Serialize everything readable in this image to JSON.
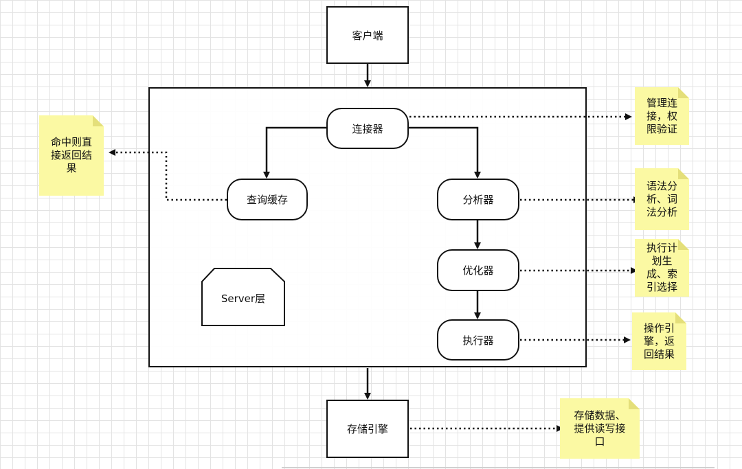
{
  "nodes": {
    "client": "客户端",
    "connector": "连接器",
    "query_cache": "查询缓存",
    "analyzer": "分析器",
    "optimizer": "优化器",
    "executor": "执行器",
    "server_layer": "Server层",
    "storage_engine": "存储引擎"
  },
  "notes": {
    "cache_hit": "命中则直\n接返回结\n果",
    "connector_note": "管理连\n接，权\n限验证",
    "analyzer_note": "语法分\n析、词\n法分析",
    "optimizer_note": "执行计\n划生\n成、索\n引选择",
    "executor_note": "操作引\n擎，返\n回结果",
    "storage_note": "存储数据、\n提供读写接\n口"
  },
  "colors": {
    "note_bg": "#fbf9a3",
    "stroke": "#111111",
    "grid": "#e3e3e3"
  }
}
